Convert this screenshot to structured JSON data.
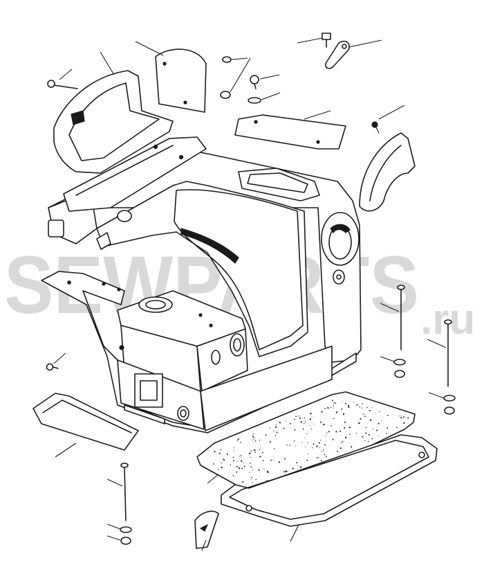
{
  "watermark": {
    "brand": "SEWPARTS",
    "suffix": ".ru",
    "color": "#d9d9d9"
  },
  "diagram": {
    "kind": "exploded-parts",
    "line_color": "#1a1a1a",
    "background": "#ffffff"
  }
}
